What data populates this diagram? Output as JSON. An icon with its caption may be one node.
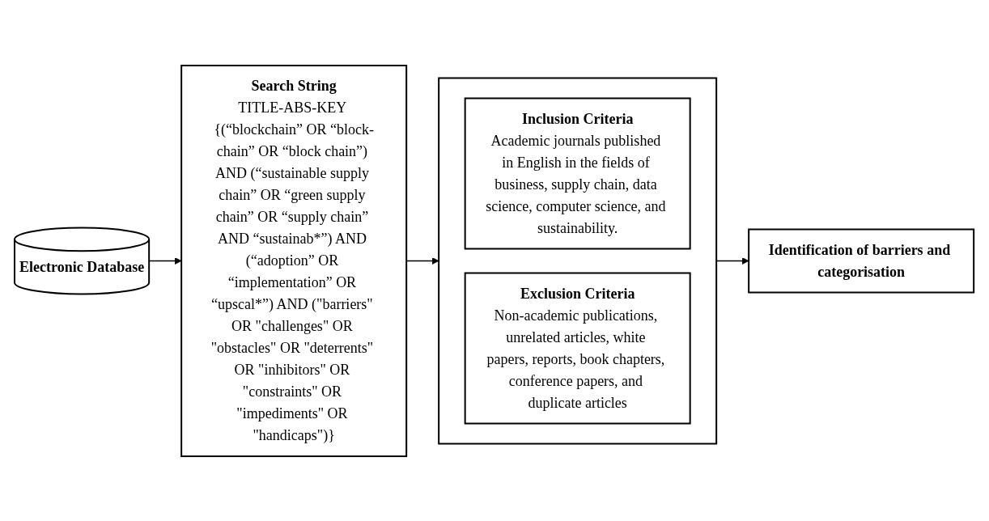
{
  "diagram": {
    "nodes": [
      {
        "text": [
          "Electronic Database"
        ]
      },
      {
        "text": [
          "Search String",
          "TITLE-ABS-KEY {(“blockchain” OR “block-chain” OR “block chain”) AND (“sustainable supply chain” OR “green supply chain” OR “supply chain” AND “sustainab*”) AND (“adoption” OR “implementation” OR “upscal*”) AND (\"barriers\" OR \"challenges\" OR \"obstacles\" OR \"deterrents\" OR \"inhibitors\" OR \"constraints\" OR \"impediments\" OR \"handicaps\")}"
        ]
      },
      {
        "text": [],
        "shape": "box"
      },
      {
        "text": [
          "Inclusion Criteria",
          "Academic journals published in English in the fields of business, supply chain, data science, computer science, and sustainability."
        ],
        "in": 2
      },
      {
        "text": [
          "Exclusion Criteria",
          "Non-academic publications, unrelated articles, white papers, reports, book chapters, conference papers, and duplicate articles"
        ],
        "in": 2
      },
      {
        "text": [
          "Identification of barriers and categorisation"
        ]
      }
    ],
    "edges": [
      {
        "from": 0,
        "to": 1,
        "arrow": "to"
      },
      {
        "from": 1,
        "to": 2,
        "arrow": "to"
      },
      {
        "from": 2,
        "to": 5,
        "arrow": "to"
      }
    ]
  }
}
